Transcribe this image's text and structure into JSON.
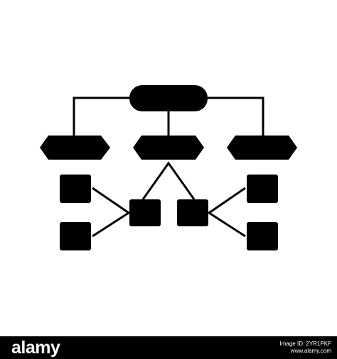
{
  "diagram": {
    "type": "flowchart-icon",
    "fill_color": "#000000",
    "background_color": "#ffffff",
    "nodes": [
      {
        "id": "root",
        "shape": "rounded-rectangle"
      },
      {
        "id": "branch-left",
        "shape": "hexagon"
      },
      {
        "id": "branch-center",
        "shape": "hexagon"
      },
      {
        "id": "branch-right",
        "shape": "hexagon"
      },
      {
        "id": "leaf-left-top",
        "shape": "square"
      },
      {
        "id": "leaf-left-bottom",
        "shape": "square"
      },
      {
        "id": "leaf-center-left",
        "shape": "square"
      },
      {
        "id": "leaf-center-right",
        "shape": "square"
      },
      {
        "id": "leaf-right-top",
        "shape": "square"
      },
      {
        "id": "leaf-right-bottom",
        "shape": "square"
      }
    ]
  },
  "watermark": {
    "logo": "alamy",
    "image_id_label": "Image ID: 2YR1PKF",
    "url": "www.alamy.com",
    "bar_color": "#000000",
    "text_color": "#ffffff"
  }
}
